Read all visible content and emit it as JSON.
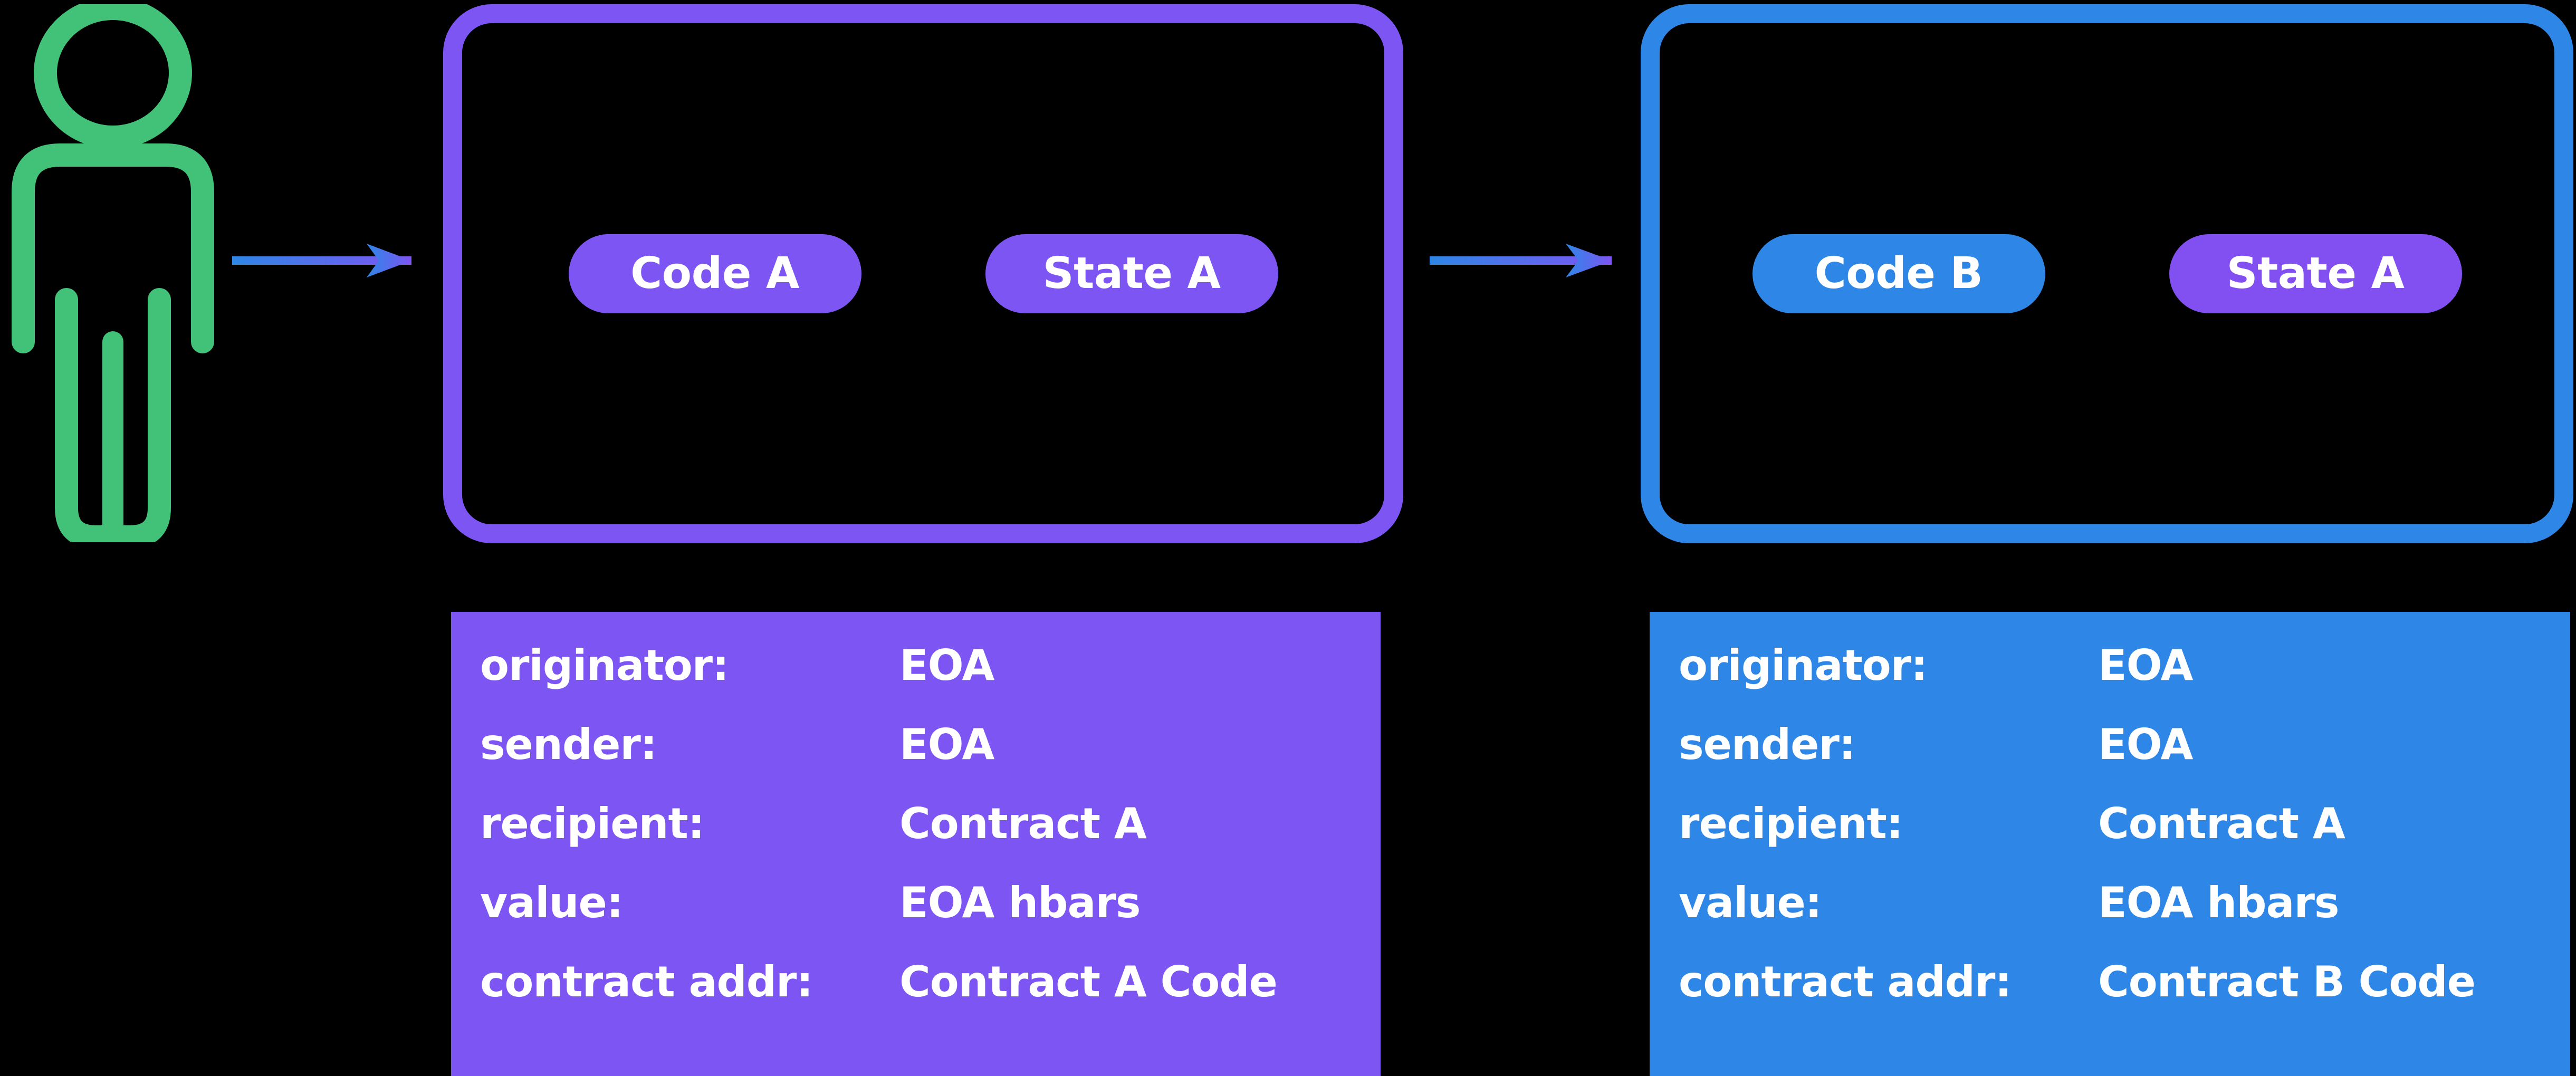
{
  "diagram": {
    "background_color": "#000000",
    "actor": {
      "icon": "person-icon",
      "color": "#42C278"
    },
    "arrows": [
      {
        "name": "arrow-eoa-to-contract-a",
        "gradient_from": "#2E86E6",
        "gradient_to": "#7C55F3"
      },
      {
        "name": "arrow-contract-a-to-contract-b",
        "gradient_from": "#2E86E6",
        "gradient_to": "#7C55F3"
      }
    ],
    "contracts": [
      {
        "name": "contract-a",
        "border_color": "#7C55F3",
        "pills": [
          {
            "label": "Code A",
            "color": "#7C55F3"
          },
          {
            "label": "State A",
            "color": "#7C55F3"
          }
        ]
      },
      {
        "name": "contract-b",
        "border_color": "#2E86E6",
        "pills": [
          {
            "label": "Code B",
            "color": "#2E86E6"
          },
          {
            "label": "State A",
            "color": "#8250F0"
          }
        ]
      }
    ],
    "panels": [
      {
        "name": "transaction-panel-a",
        "background_color": "#7C55F3",
        "rows": [
          {
            "label": "originator:",
            "value": "EOA"
          },
          {
            "label": "sender:",
            "value": "EOA"
          },
          {
            "label": "recipient:",
            "value": "Contract A"
          },
          {
            "label": "value:",
            "value": "EOA hbars"
          },
          {
            "label": "contract addr:",
            "value": "Contract A Code"
          }
        ]
      },
      {
        "name": "transaction-panel-b",
        "background_color": "#2E86E6",
        "rows": [
          {
            "label": "originator:",
            "value": "EOA"
          },
          {
            "label": "sender:",
            "value": "EOA"
          },
          {
            "label": "recipient:",
            "value": "Contract A"
          },
          {
            "label": "value:",
            "value": "EOA hbars"
          },
          {
            "label": "contract addr:",
            "value": "Contract B Code"
          }
        ]
      }
    ]
  }
}
